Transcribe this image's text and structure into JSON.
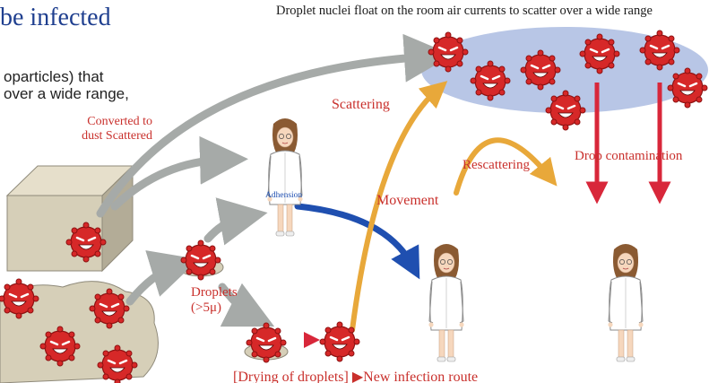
{
  "header": {
    "title_fragment": "be infected",
    "body_line1": "oparticles) that",
    "body_line2": "over a wide range,"
  },
  "labels": {
    "top_caption": "Droplet nuclei float on the room air currents to scatter over a wide range",
    "converted_1": "Converted to",
    "converted_2": "dust Scattered",
    "adhension": "Adhension",
    "droplets": "Droplets",
    "droplet_size": "(>5μ)",
    "scattering": "Scattering",
    "rescattering": "Rescattering",
    "movement": "Movement",
    "drop_contamination": "Drop contamination",
    "bottom_caption": "[Drying of droplets] ▶New infection route"
  },
  "colors": {
    "title_blue": "#1f3f8f",
    "label_red": "#c9302c",
    "arrow_gray": "#a6aaa8",
    "arrow_blue": "#1f4fb0",
    "arrow_orange": "#e8a83a",
    "arrow_red": "#d8273a",
    "cloud_blue": "#b8c6e6",
    "virus_red": "#d62828",
    "surface_beige": "#d6cfb8"
  },
  "icons": {
    "virus": "virus-face-icon",
    "person": "person-white-coat-icon"
  }
}
